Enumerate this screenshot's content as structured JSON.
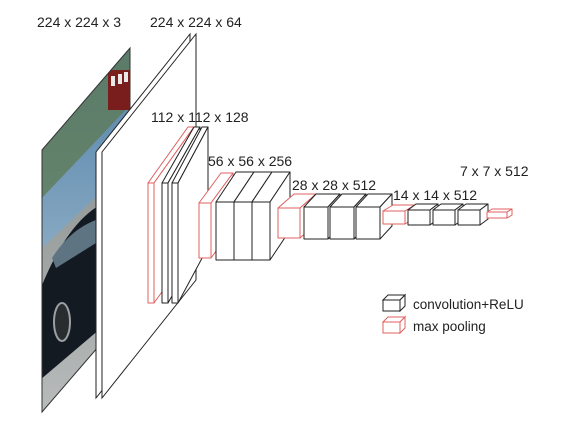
{
  "layer_labels": [
    "224 x 224 x 3",
    "224 x 224 x 64",
    "112 x 112 x 128",
    "56 x 56 x 256",
    "28 x 28 x 512",
    "14 x 14 x 512",
    "7 x 7 x 512"
  ],
  "legend": {
    "conv_label": "convolution+ReLU",
    "pool_label": "max pooling"
  },
  "colors": {
    "conv_stroke": "#222222",
    "pool_stroke": "#e06060",
    "block_fill": "#ffffff",
    "text": "#222222"
  }
}
